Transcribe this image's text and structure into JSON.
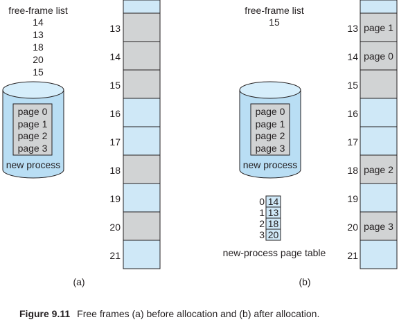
{
  "left": {
    "free_list_title": "free-frame list",
    "free_list": [
      "14",
      "13",
      "18",
      "20",
      "15"
    ],
    "process_pages": [
      "page 0",
      "page 1",
      "page 2",
      "page 3"
    ],
    "process_label": "new process",
    "frames": [
      {
        "num": "13",
        "free": false,
        "label": ""
      },
      {
        "num": "14",
        "free": false,
        "label": ""
      },
      {
        "num": "15",
        "free": false,
        "label": ""
      },
      {
        "num": "16",
        "free": true,
        "label": ""
      },
      {
        "num": "17",
        "free": true,
        "label": ""
      },
      {
        "num": "18",
        "free": false,
        "label": ""
      },
      {
        "num": "19",
        "free": true,
        "label": ""
      },
      {
        "num": "20",
        "free": false,
        "label": ""
      },
      {
        "num": "21",
        "free": true,
        "label": ""
      }
    ],
    "sublabel": "(a)"
  },
  "right": {
    "free_list_title": "free-frame list",
    "free_list": [
      "15"
    ],
    "process_pages": [
      "page 0",
      "page 1",
      "page 2",
      "page 3"
    ],
    "process_label": "new process",
    "page_table": {
      "indices": [
        "0",
        "1",
        "2",
        "3"
      ],
      "frames": [
        "14",
        "13",
        "18",
        "20"
      ],
      "label": "new-process page table"
    },
    "frames": [
      {
        "num": "13",
        "free": false,
        "label": "page 1"
      },
      {
        "num": "14",
        "free": false,
        "label": "page 0"
      },
      {
        "num": "15",
        "free": false,
        "label": ""
      },
      {
        "num": "16",
        "free": true,
        "label": ""
      },
      {
        "num": "17",
        "free": true,
        "label": ""
      },
      {
        "num": "18",
        "free": false,
        "label": "page 2"
      },
      {
        "num": "19",
        "free": true,
        "label": ""
      },
      {
        "num": "20",
        "free": false,
        "label": "page 3"
      },
      {
        "num": "21",
        "free": true,
        "label": ""
      }
    ],
    "sublabel": "(b)"
  },
  "caption": {
    "number": "Figure 9.11",
    "text": "Free frames (a) before allocation and (b) after allocation."
  },
  "colors": {
    "used": "#d1d3d4",
    "free": "#cfe8f7",
    "cylinder": "#b9def4",
    "cylinder_top": "#d6eefb",
    "stroke": "#231f20"
  }
}
